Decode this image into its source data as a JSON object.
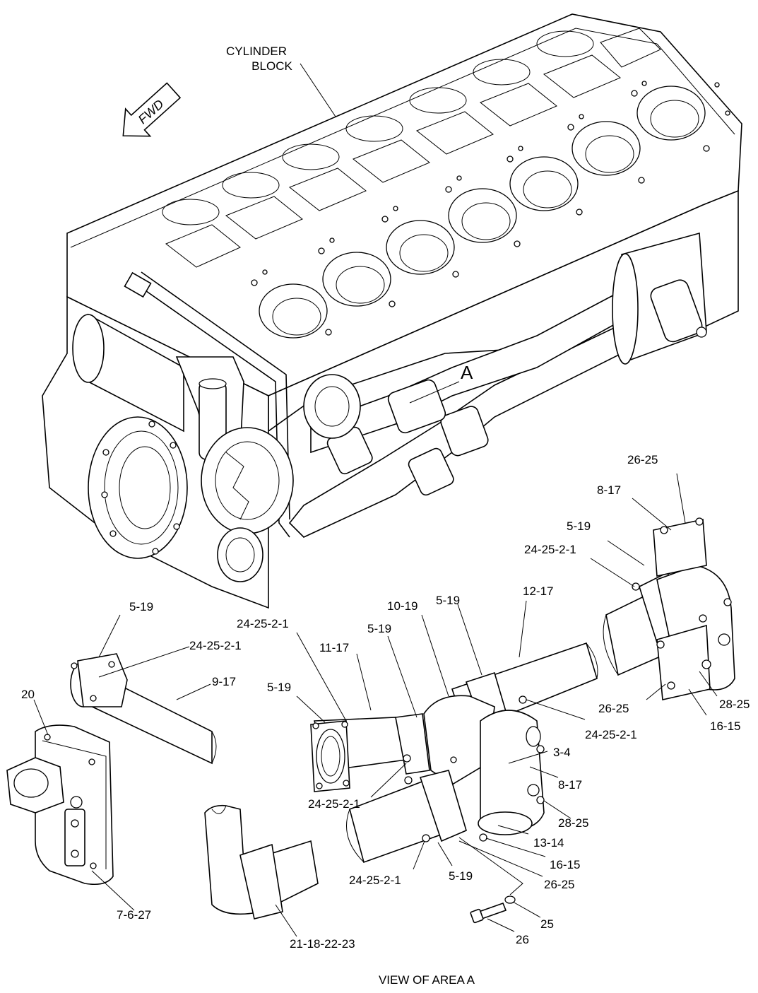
{
  "labels": {
    "cylinder_block": [
      "CYLINDER",
      "BLOCK"
    ],
    "fwd": "FWD",
    "area_a": "A",
    "view_caption": "VIEW OF AREA A"
  },
  "callouts": [
    "26-25",
    "8-17",
    "5-19",
    "24-25-2-1",
    "12-17",
    "5-19",
    "10-19",
    "5-19",
    "24-25-2-1",
    "11-17",
    "5-19",
    "24-25-2-1",
    "5-19",
    "9-17",
    "20",
    "24-25-2-1",
    "3-4",
    "8-17",
    "24-25-2-1",
    "28-25",
    "13-14",
    "16-15",
    "26-25",
    "24-25-2-1",
    "5-19",
    "25",
    "26",
    "7-6-27",
    "21-18-22-23",
    "26-25",
    "28-25",
    "16-15"
  ]
}
